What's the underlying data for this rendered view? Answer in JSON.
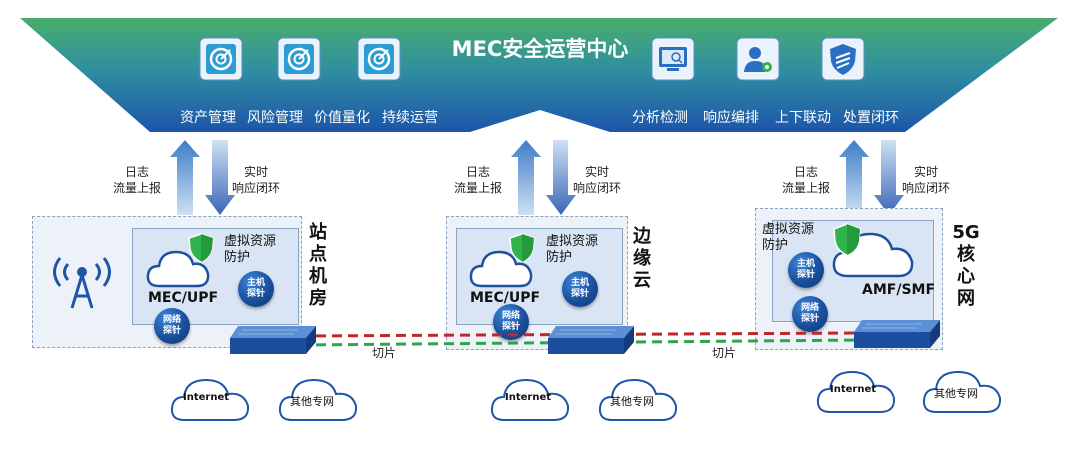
{
  "soc": {
    "title": "MEC安全运营中心",
    "features_left": [
      "资产管理",
      "风险管理",
      "价值量化",
      "持续运营"
    ],
    "features_right": [
      "分析检测",
      "响应编排",
      "上下联动",
      "处置闭环"
    ],
    "icons_left": [
      "target-icon",
      "target-icon",
      "target-icon"
    ],
    "icons_right": [
      "monitor-search-icon",
      "user-gear-icon",
      "shield-icon"
    ]
  },
  "flows": {
    "up_line1": "日志",
    "up_line2": "流量上报",
    "down_line1": "实时",
    "down_line2": "响应闭环"
  },
  "regions": [
    {
      "title": "站点机房",
      "node": "MEC/UPF",
      "virtual": "虚拟资源防护",
      "host_probe": "主机探针",
      "net_probe": "网络探针"
    },
    {
      "title": "边缘云",
      "node": "MEC/UPF",
      "virtual": "虚拟资源防护",
      "host_probe": "主机探针",
      "net_probe": "网络探针"
    },
    {
      "title": "5G核心网",
      "node": "AMF/SMF",
      "virtual": "虚拟资源防护",
      "host_probe": "主机探针",
      "net_probe": "网络探针"
    }
  ],
  "slice_label": "切片",
  "clouds": {
    "internet": "Internet",
    "private": "其他专网"
  },
  "colors": {
    "soc_top": "#3fa36b",
    "soc_bottom": "#1f5fb0",
    "arrow_up": "#4a86cf",
    "arrow_down": "#3e6fbe",
    "slice_red": "#c0272d",
    "slice_green": "#2fa44f",
    "shield_green": "#2fb34a"
  }
}
